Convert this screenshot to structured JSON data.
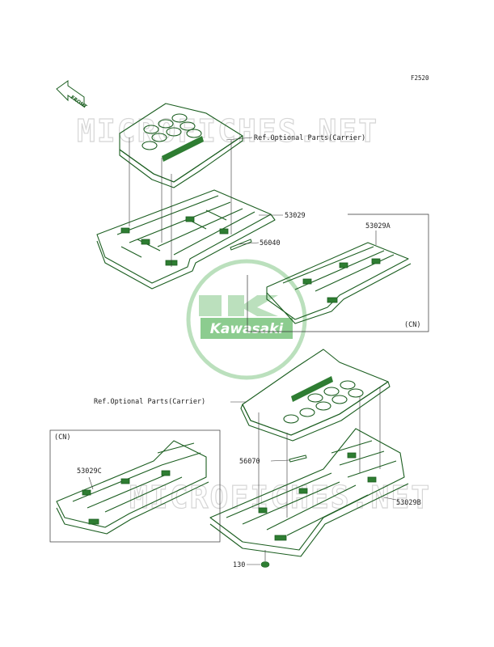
{
  "figure_code": "F2520",
  "front_arrow": {
    "label": "FRONT"
  },
  "watermark": {
    "text": "MICROFICHES.NET"
  },
  "logo": {
    "brand": "Kawasaki",
    "color": "#4caf50"
  },
  "callouts": {
    "ref_optional_top": "Ref.Optional Parts(Carrier)",
    "ref_optional_bottom": "Ref.Optional Parts(Carrier)",
    "p53029": "53029",
    "p56040": "56040",
    "p53029A": "53029A",
    "p53029C": "53029C",
    "p56070": "56070",
    "p53029B": "53029B",
    "p130": "130",
    "cn_right": "(CN)",
    "cn_left": "(CN)"
  },
  "colors": {
    "part_line": "#1b5e20",
    "part_fill": "#2e7d32",
    "watermark": "#d6d6d6"
  }
}
